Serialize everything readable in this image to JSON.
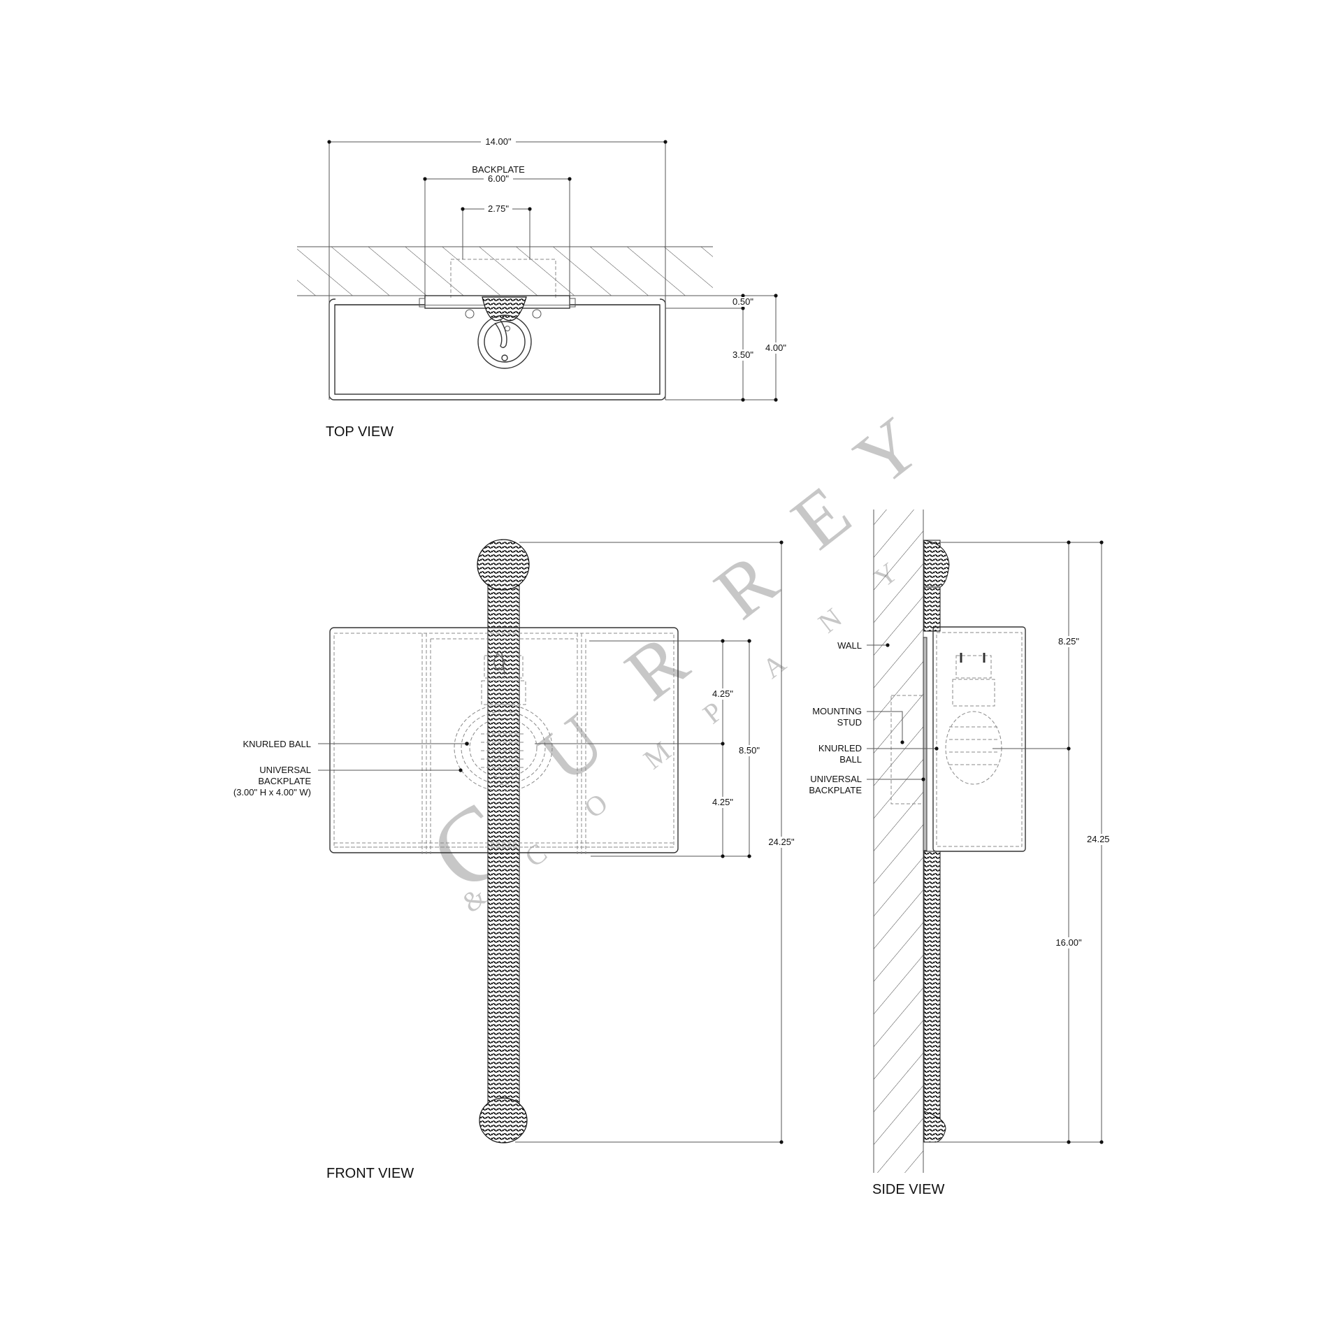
{
  "watermark": {
    "brand": [
      "C",
      "U",
      "R",
      "R",
      "E",
      "Y"
    ],
    "sub": [
      "&",
      "C",
      "O",
      "M",
      "P",
      "A",
      "N",
      "Y"
    ]
  },
  "top_view": {
    "title": "TOP VIEW",
    "dims": {
      "overall_width": "14.00\"",
      "backplate_label": "BACKPLATE",
      "backplate_width": "6.00\"",
      "stud_spacing": "2.75\"",
      "backplate_depth": "0.50\"",
      "shade_depth": "3.50\"",
      "overall_depth": "4.00\""
    }
  },
  "front_view": {
    "title": "FRONT VIEW",
    "labels": {
      "knurled_ball": "KNURLED BALL",
      "universal_backplate_1": "UNIVERSAL",
      "universal_backplate_2": "BACKPLATE",
      "universal_backplate_3": "(3.00\" H x 4.00\" W)"
    },
    "dims": {
      "upper_half": "4.25\"",
      "lower_half": "4.25\"",
      "shade_height": "8.50\"",
      "overall_height": "24.25\""
    }
  },
  "side_view": {
    "title": "SIDE VIEW",
    "labels": {
      "wall": "WALL",
      "mounting_stud_1": "MOUNTING",
      "mounting_stud_2": "STUD",
      "knurled_ball_1": "KNURLED",
      "knurled_ball_2": "BALL",
      "universal_backplate_1": "UNIVERSAL",
      "universal_backplate_2": "BACKPLATE"
    },
    "dims": {
      "top_to_center": "8.25\"",
      "center_to_bottom": "16.00\"",
      "overall_height": "24.25"
    }
  }
}
